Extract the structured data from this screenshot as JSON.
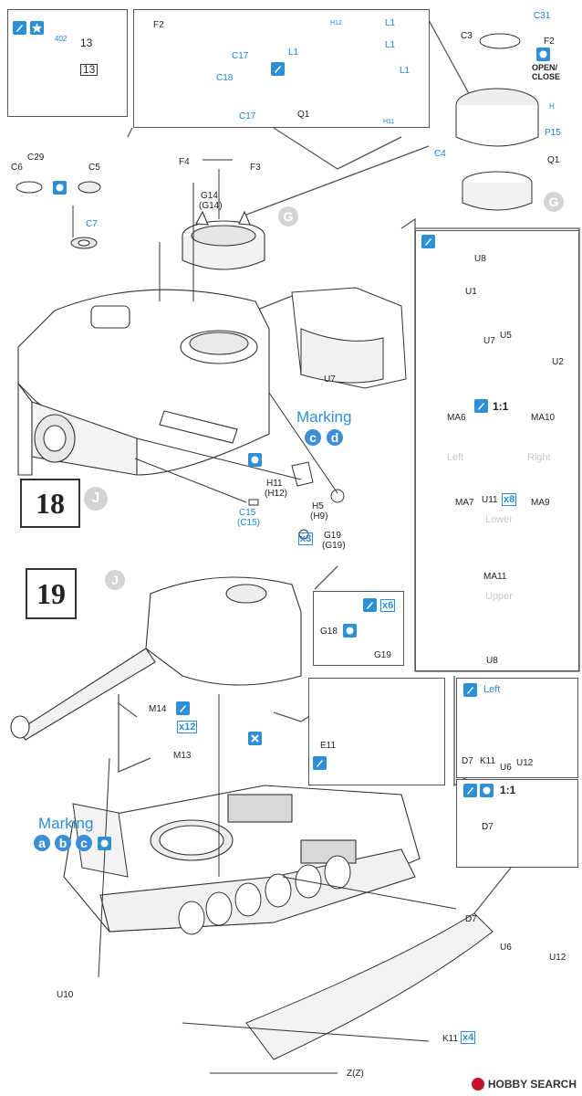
{
  "step_numbers": {
    "step18": "18",
    "step19": "19"
  },
  "circle_letters": {
    "g_top": "G",
    "g_turret": "G",
    "j_step18": "J",
    "j_step19": "J"
  },
  "inset_decal": {
    "ref_code": "402",
    "decal_no": "13",
    "decal_box": "13"
  },
  "inset_hatch": {
    "f2": "F2",
    "c17_a": "C17",
    "c18": "C18",
    "c17_b": "C17",
    "h12": "H12",
    "l1_a": "L1",
    "l1_b": "L1",
    "l1_c": "L1",
    "l1_d": "L1",
    "q1": "Q1",
    "h_bottom": "H11"
  },
  "inset_cupola": {
    "c31": "C31",
    "c3": "C3",
    "f2": "F2",
    "open_close": "OPEN/\nCLOSE",
    "h_label": "H",
    "p15": "P15",
    "c4": "C4",
    "q1": "Q1"
  },
  "turret_parts": {
    "c6": "C6",
    "c29": "C29",
    "c5": "C5",
    "c7": "C7",
    "f4": "F4",
    "f3": "F3",
    "g14": "G14",
    "g14b": "(G14)",
    "u7": "U7"
  },
  "right_panel": {
    "u8_top": "U8",
    "u1": "U1",
    "u5": "U5",
    "u7": "U7",
    "u2": "U2",
    "scale": "1:1",
    "ma6": "MA6",
    "ma10": "MA10",
    "left": "Left",
    "right": "Right",
    "ma7": "MA7",
    "u11": "U11",
    "u11_qty": "x8",
    "ma9": "MA9",
    "lower": "Lower",
    "ma11": "MA11",
    "upper": "Upper",
    "u8_bottom": "U8"
  },
  "marking_18": {
    "title": "Marking",
    "opts": [
      "c",
      "d"
    ]
  },
  "step18_parts": {
    "h11": "H11",
    "h12": "(H12)",
    "h5": "H5",
    "h9": "(H9)",
    "c15": "C15",
    "c15b": "(C15)",
    "g19": "G19",
    "g19b": "(G19)",
    "qty3": "x3"
  },
  "inset_g18": {
    "qty": "x6",
    "g18": "G18",
    "g19": "G19"
  },
  "step19_parts": {
    "m14": "M14",
    "m13": "M13",
    "qty12": "x12",
    "e11": "E11",
    "d7": "D7",
    "u6": "U6",
    "u12": "U12",
    "u10": "U10",
    "k11": "K11",
    "k11_qty": "x4",
    "z": "Z(Z)"
  },
  "marking_19": {
    "title": "Marking",
    "opts": [
      "a",
      "b",
      "c"
    ]
  },
  "inset_left": {
    "left": "Left",
    "d7": "D7",
    "k11": "K11",
    "u6": "U6",
    "u12": "U12",
    "scale": "1:1",
    "d7b": "D7"
  },
  "footer": {
    "brand": "HOBBY SEARCH"
  },
  "colors": {
    "accent": "#2d8fd6",
    "line": "#333333",
    "frame": "#555555"
  }
}
